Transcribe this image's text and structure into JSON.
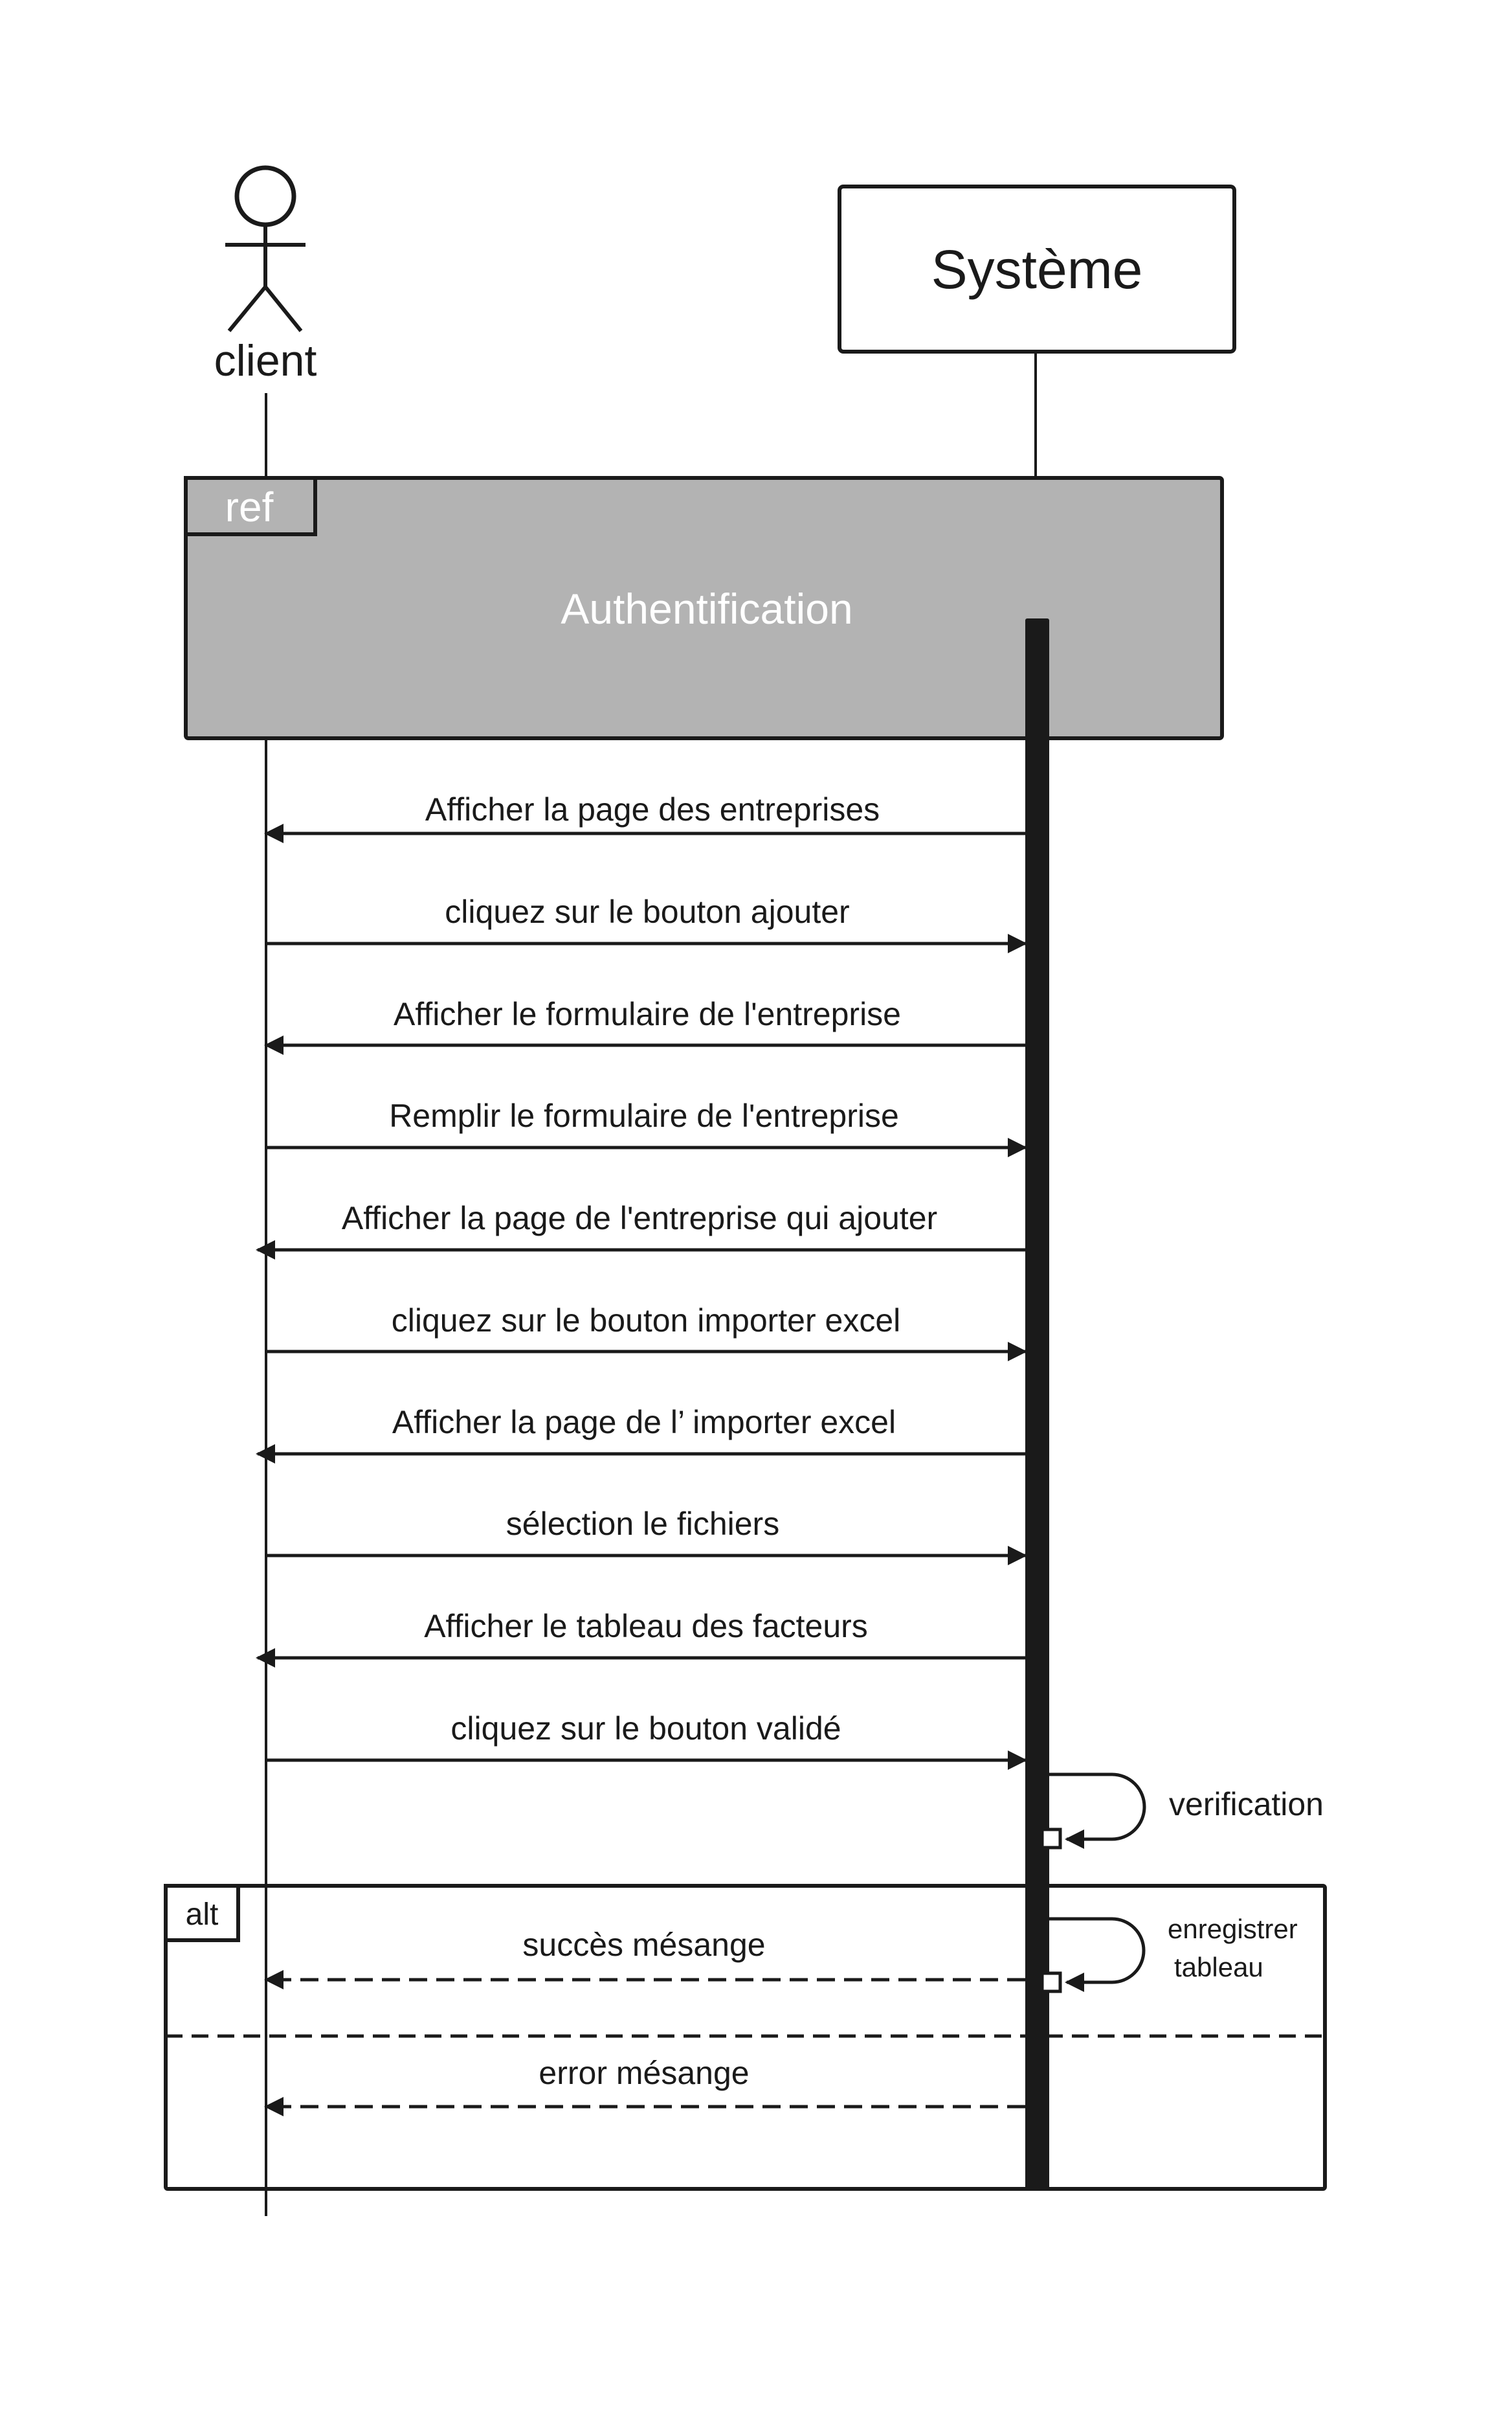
{
  "participants": {
    "client": "client",
    "system": "Système"
  },
  "ref_frame": {
    "tag": "ref",
    "title": "Authentification"
  },
  "messages": [
    {
      "label": "Afficher la page des entreprises",
      "direction": "to-client",
      "style": "solid"
    },
    {
      "label": "cliquez sur le bouton ajouter",
      "direction": "to-system",
      "style": "solid"
    },
    {
      "label": "Afficher le formulaire de l'entreprise",
      "direction": "to-client",
      "style": "solid"
    },
    {
      "label": "Remplir le formulaire de l'entreprise",
      "direction": "to-system",
      "style": "solid"
    },
    {
      "label": "Afficher la page de l'entreprise qui ajouter",
      "direction": "to-client",
      "style": "solid"
    },
    {
      "label": "cliquez sur le bouton importer excel",
      "direction": "to-system",
      "style": "solid"
    },
    {
      "label": "Afficher la page de l’ importer excel",
      "direction": "to-client",
      "style": "solid"
    },
    {
      "label": "sélection le fichiers",
      "direction": "to-system",
      "style": "solid"
    },
    {
      "label": "Afficher le tableau des facteurs",
      "direction": "to-client",
      "style": "solid"
    },
    {
      "label": "cliquez sur le bouton validé",
      "direction": "to-system",
      "style": "solid"
    }
  ],
  "self_messages": {
    "verification": "verification",
    "save_line1": "enregistrer",
    "save_line2": "tableau"
  },
  "alt_frame": {
    "tag": "alt",
    "success": "succès mésange",
    "error": "error mésange"
  }
}
